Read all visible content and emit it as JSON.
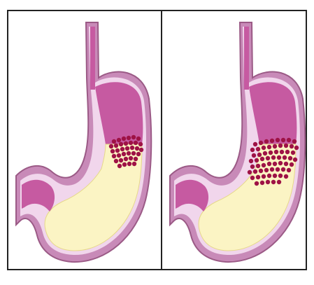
{
  "figure": {
    "panels": [
      {
        "id": "left",
        "cluster": "compact"
      },
      {
        "id": "right",
        "cluster": "spread"
      }
    ],
    "colors": {
      "wall_outer": "#c88ab8",
      "wall_inner": "#f1d6ec",
      "pink": "#c65aa1",
      "chyme": "#fbf4c4",
      "dots": "#9e1245",
      "border": "#222222"
    }
  }
}
